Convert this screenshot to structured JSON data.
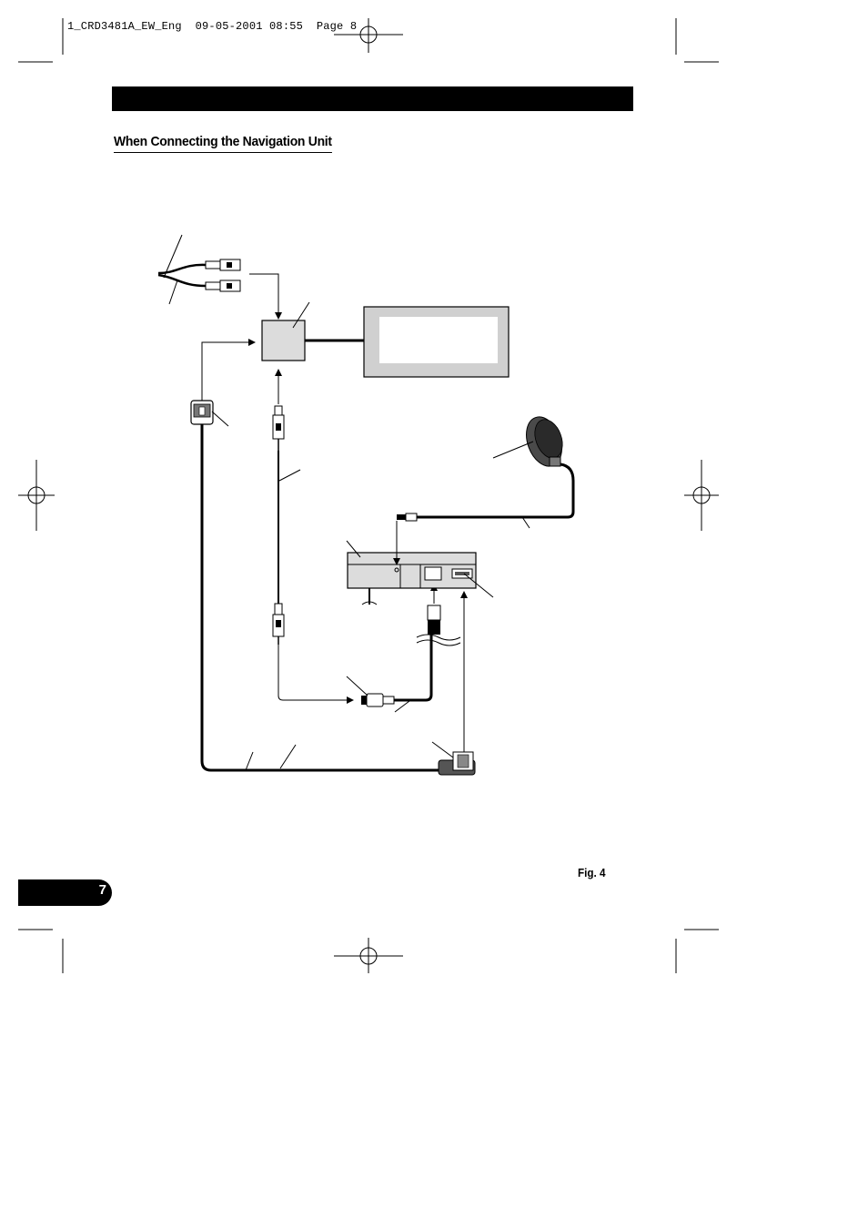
{
  "header": {
    "file_line": "1_CRD3481A_EW_Eng  09-05-2001 08:55  Page 8"
  },
  "section": {
    "title": "When Connecting the Navigation Unit"
  },
  "figure": {
    "label": "Fig. 4"
  },
  "page": {
    "number": "7"
  }
}
